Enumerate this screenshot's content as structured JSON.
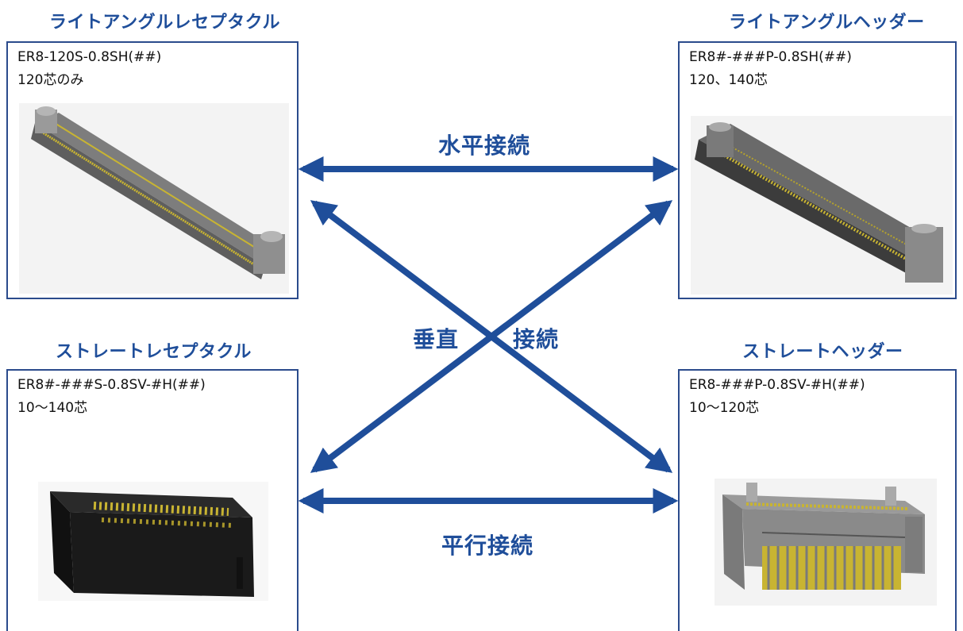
{
  "titles": {
    "top_left": "ライトアングルレセプタクル",
    "top_right": "ライトアングルヘッダー",
    "bottom_left": "ストレートレセプタクル",
    "bottom_right": "ストレートヘッダー"
  },
  "parts": {
    "top_left": {
      "part_no": "ER8-120S-0.8SH(##)",
      "pins": "120芯のみ"
    },
    "top_right": {
      "part_no": "ER8#-###P-0.8SH(##)",
      "pins": "120、140芯"
    },
    "bottom_left": {
      "part_no": "ER8#-###S-0.8SV-#H(##)",
      "pins": "10〜140芯"
    },
    "bottom_right": {
      "part_no": "ER8-###P-0.8SV-#H(##)",
      "pins": "10〜120芯"
    }
  },
  "connections": {
    "horizontal": "水平接続",
    "vertical_left": "垂直",
    "vertical_right": "接続",
    "parallel": "平行接続"
  },
  "colors": {
    "accent": "#1f4e9a",
    "border": "#2b4b8c",
    "connector_gray": "#8a8a8a",
    "pin_gold": "#c8b432",
    "connector_black": "#1a1a1a"
  }
}
